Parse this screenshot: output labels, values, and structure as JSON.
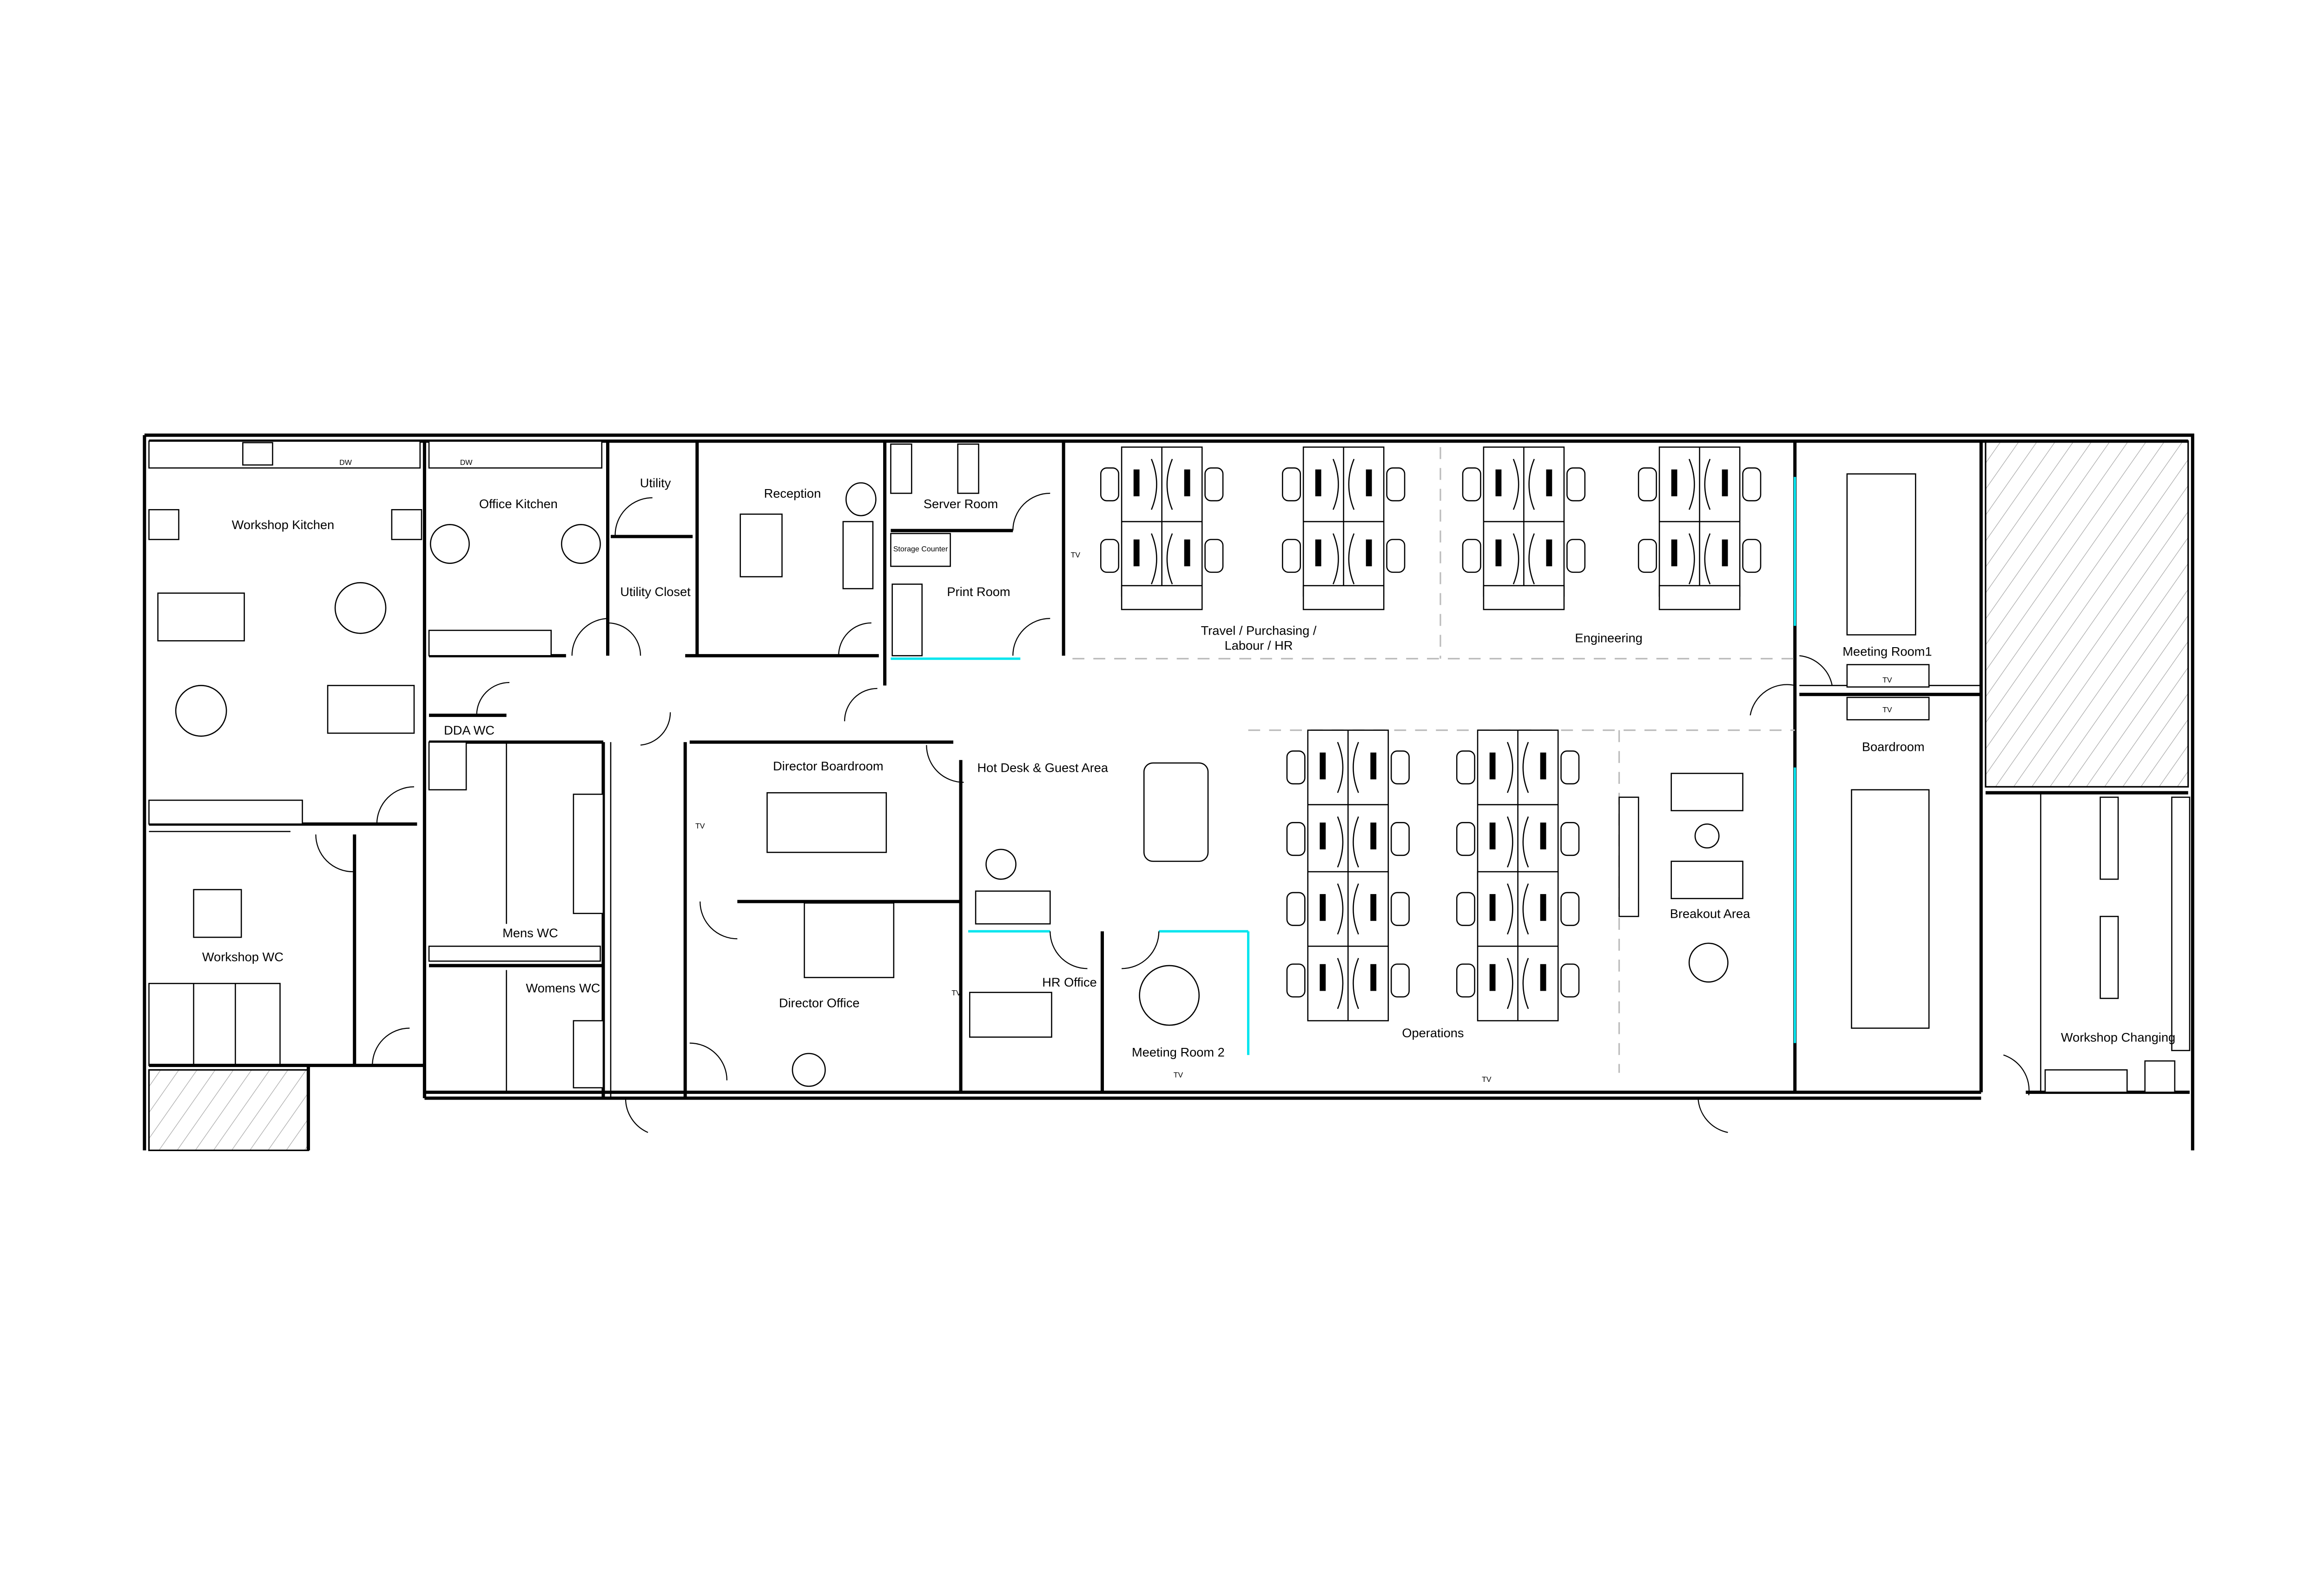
{
  "drawing": {
    "type": "office floor plan",
    "accent_colors": {
      "walls": "#000000",
      "glazed_partitions": "#00e5ee",
      "zone_dashes": "#bbbbbb",
      "hatch": "#999999"
    }
  },
  "rooms": {
    "workshop_kitchen": "Workshop Kitchen",
    "office_kitchen": "Office Kitchen",
    "utility": "Utility",
    "utility_closet": "Utility Closet",
    "reception": "Reception",
    "server_room": "Server Room",
    "print_room": "Print Room",
    "travel_purchasing_1": "Travel / Purchasing /",
    "travel_purchasing_2": "Labour / HR",
    "engineering": "Engineering",
    "meeting_room_1": "Meeting Room1",
    "boardroom": "Boardroom",
    "dda_wc": "DDA WC",
    "mens_wc": "Mens WC",
    "womens_wc": "Womens WC",
    "workshop_wc": "Workshop WC",
    "director_boardroom": "Director Boardroom",
    "director_office": "Director Office",
    "hot_desk": "Hot Desk & Guest Area",
    "hr_office": "HR Office",
    "meeting_room_2": "Meeting Room 2",
    "operations": "Operations",
    "breakout_area": "Breakout Area",
    "workshop_changing": "Workshop Changing"
  },
  "annotations": {
    "tv": "TV",
    "dishwasher": "DW",
    "storage_counter": "Storage Counter"
  }
}
